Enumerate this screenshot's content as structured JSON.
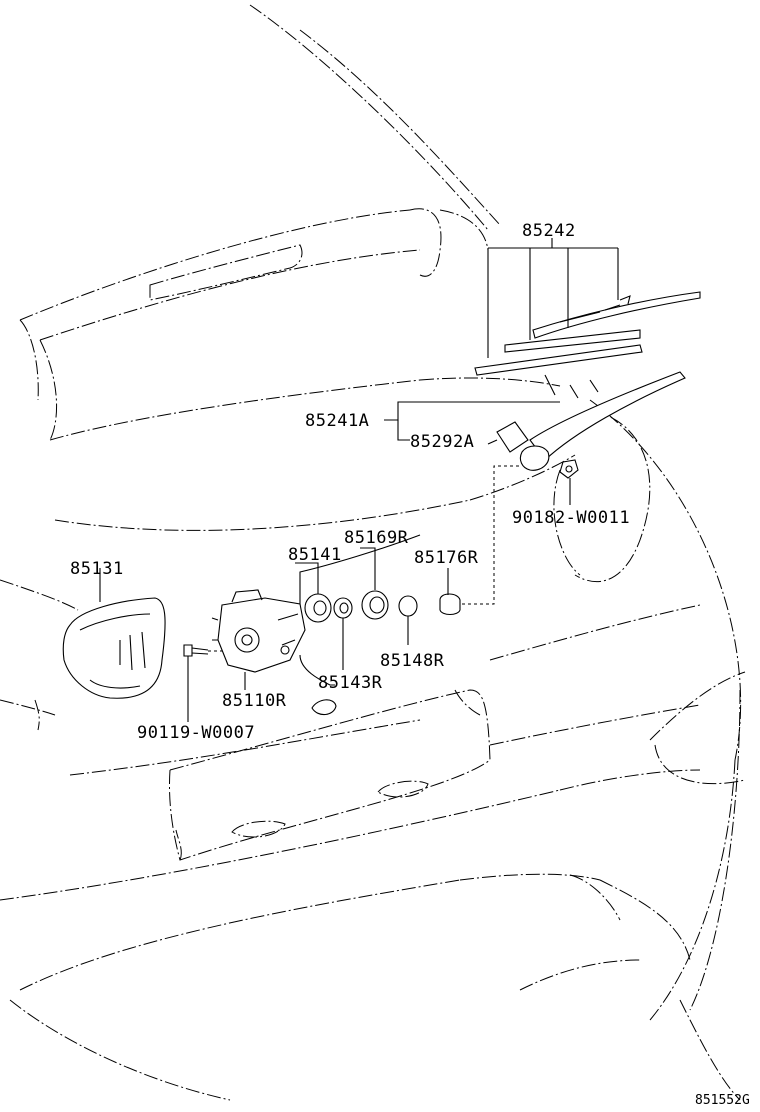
{
  "labels": {
    "p85242": "85242",
    "p85241a": "85241A",
    "p85292a": "85292A",
    "p90182": "90182-W0011",
    "p85169r": "85169R",
    "p85141": "85141",
    "p85176r": "85176R",
    "p85131": "85131",
    "p85148r": "85148R",
    "p85143r": "85143R",
    "p85110r": "85110R",
    "p90119": "90119-W0007",
    "ref_code": "851552G"
  }
}
